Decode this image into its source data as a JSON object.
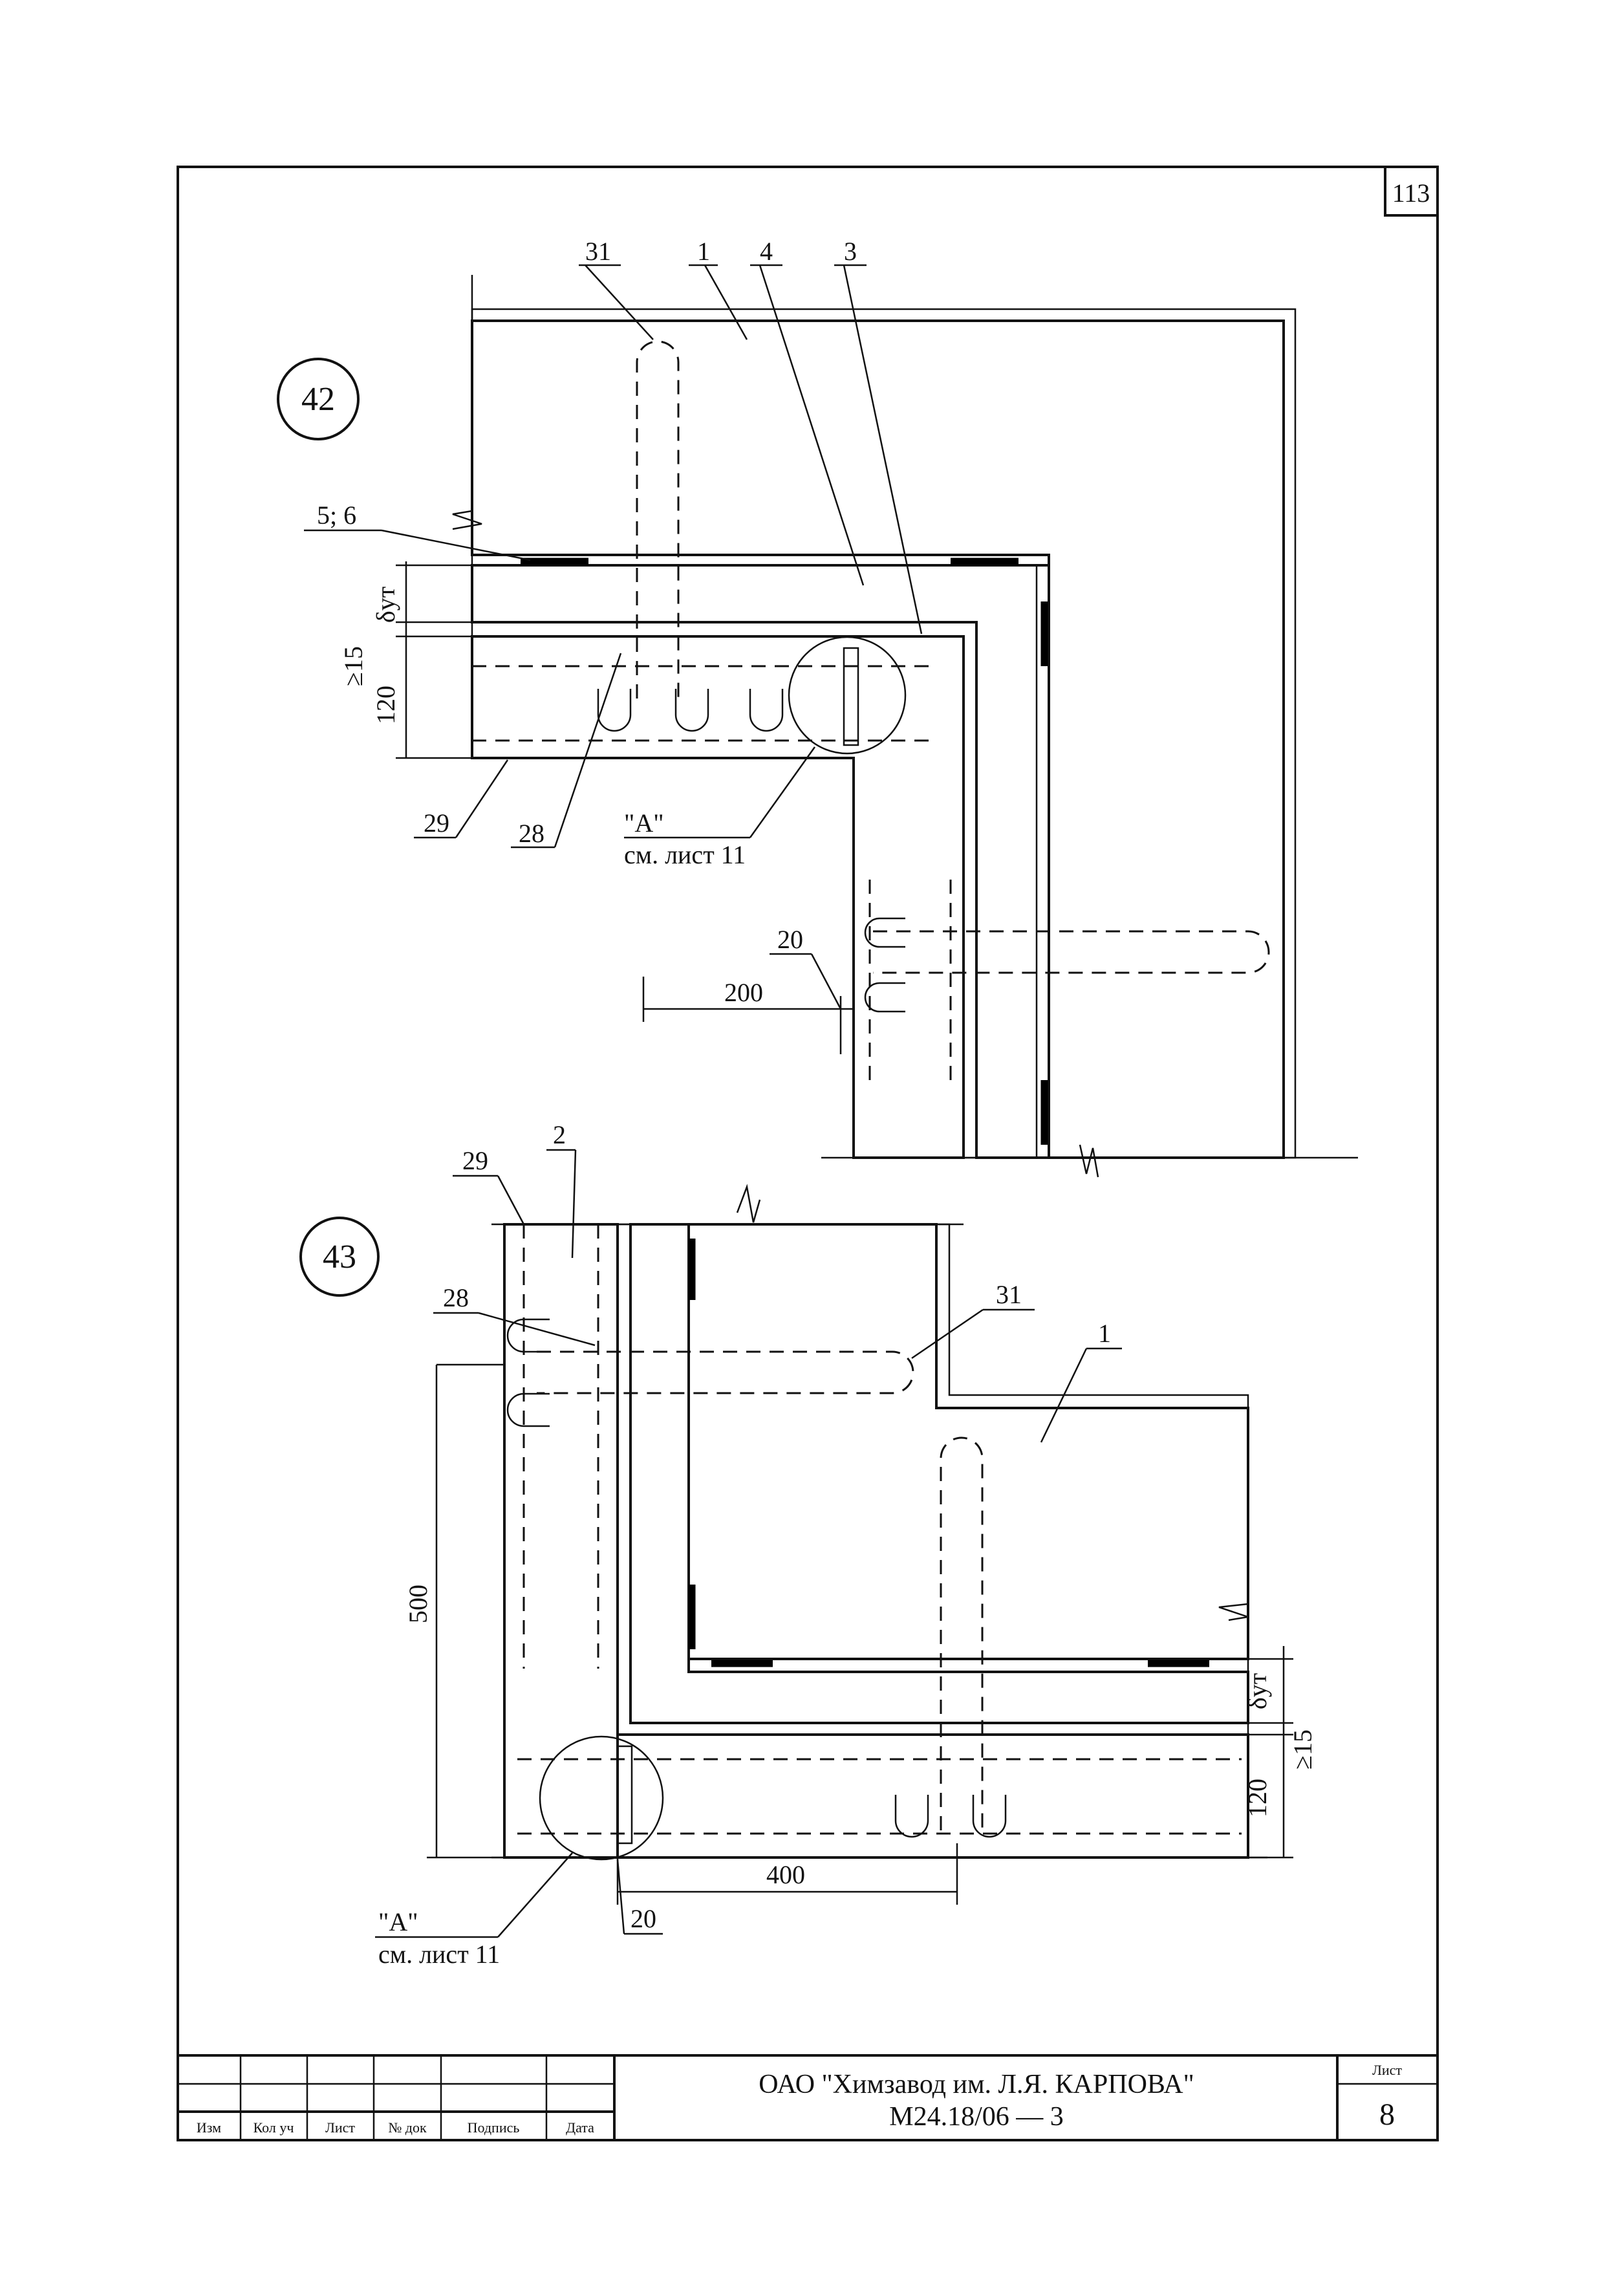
{
  "sheet_number_top": "113",
  "detail_42": {
    "marker": "42",
    "labels": {
      "l31": "31",
      "l1": "1",
      "l4": "4",
      "l3": "3",
      "l56": "5; 6",
      "l29": "29",
      "l28": "28",
      "l20": "20"
    },
    "dimensions": {
      "d_ut": "δут",
      "d_15": "≥15",
      "d_120": "120",
      "d_200": "200"
    },
    "callout_A": "\"A\"",
    "callout_ref": "см. лист 11"
  },
  "detail_43": {
    "marker": "43",
    "labels": {
      "l29": "29",
      "l2": "2",
      "l28": "28",
      "l31": "31",
      "l1": "1",
      "l20": "20"
    },
    "dimensions": {
      "d_500": "500",
      "d_400": "400",
      "d_ut": "δут",
      "d_15": "≥15",
      "d_120": "120"
    },
    "callout_A": "\"A\"",
    "callout_ref": "см. лист 11"
  },
  "title_block": {
    "col_izm": "Изм",
    "col_kol": "Кол уч",
    "col_list": "Лист",
    "col_nodok": "№ док",
    "col_podpis": "Подпись",
    "col_data": "Дата",
    "organization": "ОАО \"Химзавод им. Л.Я. КАРПОВА\"",
    "doc_code": "М24.18/06 — 3",
    "sheet_label": "Лист",
    "sheet_value": "8"
  }
}
